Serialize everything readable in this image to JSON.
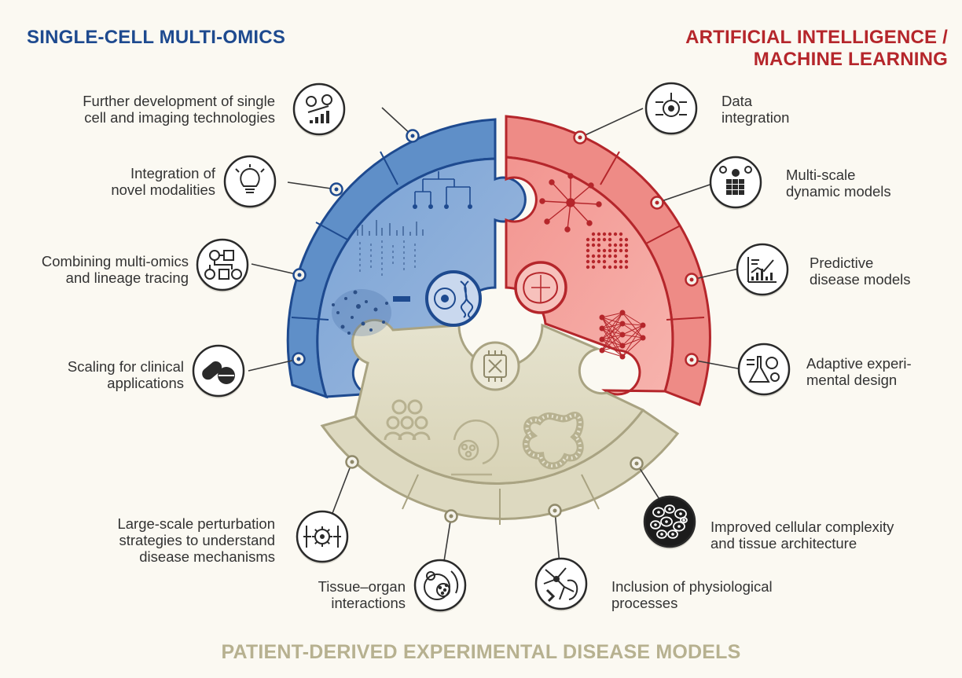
{
  "headings": {
    "single_cell": "SINGLE-CELL MULTI-OMICS",
    "ai_ml_line1": "ARTIFICIAL INTELLIGENCE /",
    "ai_ml_line2": "MACHINE LEARNING",
    "patient_models": "PATIENT-DERIVED EXPERIMENTAL DISEASE MODELS"
  },
  "left_labels": [
    {
      "lines": [
        "Further development of single",
        "cell and imaging technologies"
      ],
      "icon": "tech-development-icon"
    },
    {
      "lines": [
        "Integration of",
        "novel modalities"
      ],
      "icon": "lightbulb-icon"
    },
    {
      "lines": [
        "Combining multi-omics",
        "and lineage tracing"
      ],
      "icon": "lineage-tree-icon"
    },
    {
      "lines": [
        "Scaling for clinical",
        "applications"
      ],
      "icon": "pills-icon"
    }
  ],
  "right_labels": [
    {
      "lines": [
        "Data",
        "integration"
      ],
      "icon": "data-integration-icon"
    },
    {
      "lines": [
        "Multi-scale",
        "dynamic models"
      ],
      "icon": "multiscale-model-icon"
    },
    {
      "lines": [
        "Predictive",
        "disease models"
      ],
      "icon": "predictive-chart-icon"
    },
    {
      "lines": [
        "Adaptive experi-",
        "mental design"
      ],
      "icon": "flask-gear-icon"
    }
  ],
  "bottom_labels": [
    {
      "lines": [
        "Large-scale perturbation",
        "strategies to understand",
        "disease mechanisms"
      ],
      "icon": "perturbation-gear-icon"
    },
    {
      "lines": [
        "Tissue–organ",
        "interactions"
      ],
      "icon": "organoid-icon"
    },
    {
      "lines": [
        "Inclusion of physiological",
        "processes"
      ],
      "icon": "neuron-icon"
    },
    {
      "lines": [
        "Improved cellular complexity",
        "and tissue architecture"
      ],
      "icon": "tissue-cells-icon"
    }
  ],
  "colors": {
    "blue": "#5f8fc8",
    "blue_dark": "#1e4a8f",
    "red": "#ee8b86",
    "red_dark": "#b5262b",
    "beige": "#ddd9c0",
    "beige_dark": "#a9a382",
    "text": "#333333"
  }
}
